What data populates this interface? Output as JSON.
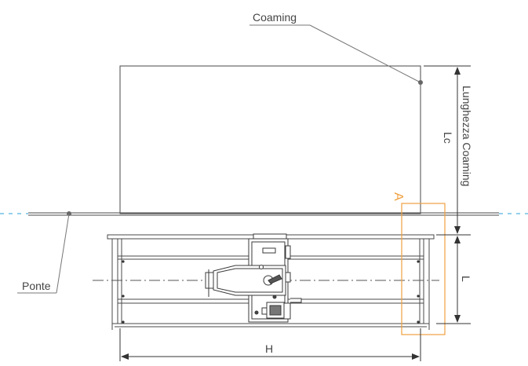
{
  "labels": {
    "coaming": "Coaming",
    "ponte": "Ponte",
    "section": "A",
    "lunghezza_coaming": "Lunghezza Coaming",
    "lc": "Lc",
    "l": "L",
    "h": "H"
  },
  "colors": {
    "line": "#4a4a4a",
    "dash": "#2aa0d8",
    "accent": "#f0a040",
    "text": "#444444"
  }
}
